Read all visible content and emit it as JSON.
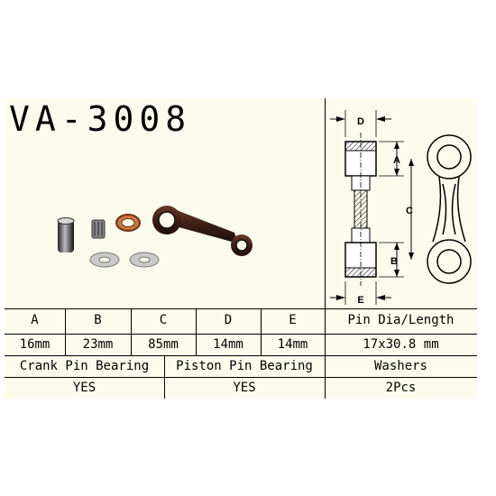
{
  "product": {
    "code": "VA-3008"
  },
  "icons": {
    "photo": "connecting-rod-kit-photo",
    "diagram": "connecting-rod-dimension-diagram"
  },
  "diagram_labels": {
    "d": "D",
    "a": "A",
    "c": "C",
    "b": "B",
    "e": "E"
  },
  "dimensions": {
    "headers": [
      "A",
      "B",
      "C",
      "D",
      "E",
      "Pin Dia/Length"
    ],
    "values": [
      "16mm",
      "23mm",
      "85mm",
      "14mm",
      "14mm",
      "17x30.8 mm"
    ]
  },
  "parts": {
    "headers": [
      "Crank Pin Bearing",
      "Piston Pin Bearing",
      "Washers"
    ],
    "values": [
      "YES",
      "YES",
      "2Pcs"
    ]
  }
}
